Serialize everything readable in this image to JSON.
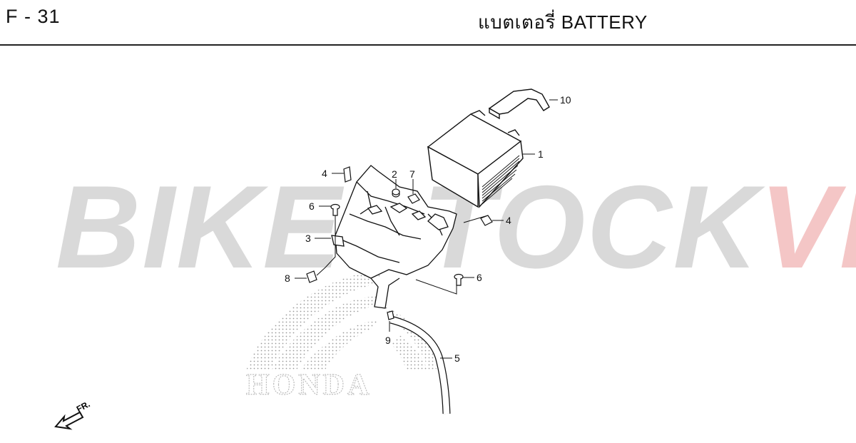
{
  "header": {
    "page_code": "F - 31",
    "title": "แบตเตอรี่  BATTERY"
  },
  "watermark": {
    "part_a": "BIKESTOCK",
    "part_b": "VN",
    "part_a_color": "#d9d9d9",
    "part_b_color": "#f4c6c6"
  },
  "logo": {
    "text": "HONDA",
    "color": "#bdbdbd"
  },
  "direction_indicator": {
    "label": "FR."
  },
  "callouts": {
    "c1": "1",
    "c2": "2",
    "c3": "3",
    "c4a": "4",
    "c4b": "4",
    "c5": "5",
    "c6a": "6",
    "c6b": "6",
    "c7": "7",
    "c8": "8",
    "c9": "9",
    "c10": "10"
  }
}
